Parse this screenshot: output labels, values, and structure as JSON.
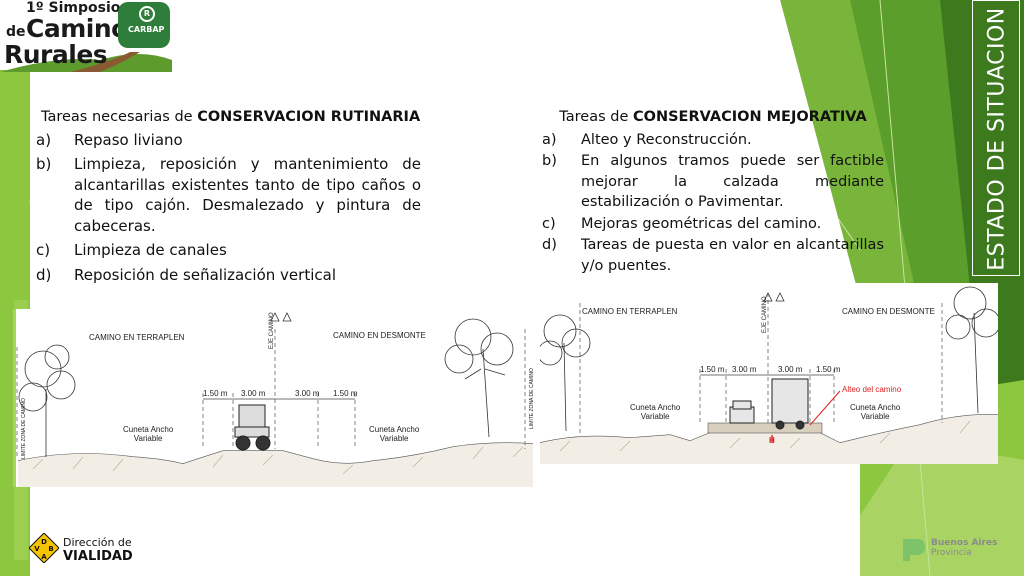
{
  "header": {
    "logo": {
      "line1": "1º Simposio",
      "line2_small": "de",
      "line2": "Caminos",
      "line3": "Rurales",
      "badge_letter": "R",
      "badge_label": "CARBAP"
    },
    "side_title": "ESTADO DE SITUACION"
  },
  "left_column": {
    "heading_prefix": "Tareas necesarias de ",
    "heading_bold": "CONSERVACION RUTINARIA",
    "items": [
      {
        "marker": "a)",
        "text": "Repaso liviano"
      },
      {
        "marker": "b)",
        "text": "Limpieza, reposición y mantenimiento de alcantarillas existentes  tanto de tipo caños o de tipo cajón. Desmalezado y pintura de cabeceras."
      },
      {
        "marker": "c)",
        "text": "Limpieza de canales"
      },
      {
        "marker": "d)",
        "text": "Reposición de señalización vertical"
      }
    ]
  },
  "right_column": {
    "heading_prefix": "Tareas de ",
    "heading_bold": "CONSERVACION MEJORATIVA",
    "items": [
      {
        "marker": "a)",
        "text": "Alteo y Reconstrucción."
      },
      {
        "marker": "b)",
        "text": "En algunos tramos puede ser factible mejorar la calzada mediante estabilización o Pavimentar."
      },
      {
        "marker": "c)",
        "text": "Mejoras geométricas del camino."
      },
      {
        "marker": "d)",
        "text": "Tareas de puesta en valor en alcantarillas y/o puentes."
      }
    ]
  },
  "drawing_left": {
    "label_terraplen": "CAMINO EN TERRAPLEN",
    "label_desmonte": "CAMINO EN DESMONTE",
    "dim_1": "1.50 m",
    "dim_2": "3.00 m",
    "dim_3": "3.00 m",
    "dim_4": "1.50 m",
    "eje": "EJE CAMINO",
    "cuneta_left": "Cuneta Ancho\nVariable",
    "cuneta_right": "Cuneta Ancho\nVariable",
    "limite_left": "LIMITE ZONA DE CAMINO",
    "limite_right": "LIMITE ZONA DE CAMINO"
  },
  "drawing_right": {
    "label_terraplen": "CAMINO EN TERRAPLEN",
    "label_desmonte": "CAMINO EN DESMONTE",
    "dim_1": "1.50 m",
    "dim_2": "3.00 m",
    "dim_3": "3.00 m",
    "dim_4": "1.50 m",
    "eje": "EJE CAMINO",
    "alteo": "Alteo del camino",
    "h": "H",
    "cuneta_left": "Cuneta Ancho\nVariable",
    "cuneta_right": "Cuneta Ancho\nVariable"
  },
  "footer": {
    "dv_letters": [
      "D",
      "V",
      "B",
      "A"
    ],
    "dv_line1": "Dirección de",
    "dv_line2": "VIALIDAD",
    "ba_line1": "Buenos Aires",
    "ba_line2": "Provincia"
  },
  "colors": {
    "green_light": "#8dc63f",
    "green_mid": "#6aa82e",
    "green_dark": "#3d7a1e",
    "alteo_red": "#e02020"
  }
}
